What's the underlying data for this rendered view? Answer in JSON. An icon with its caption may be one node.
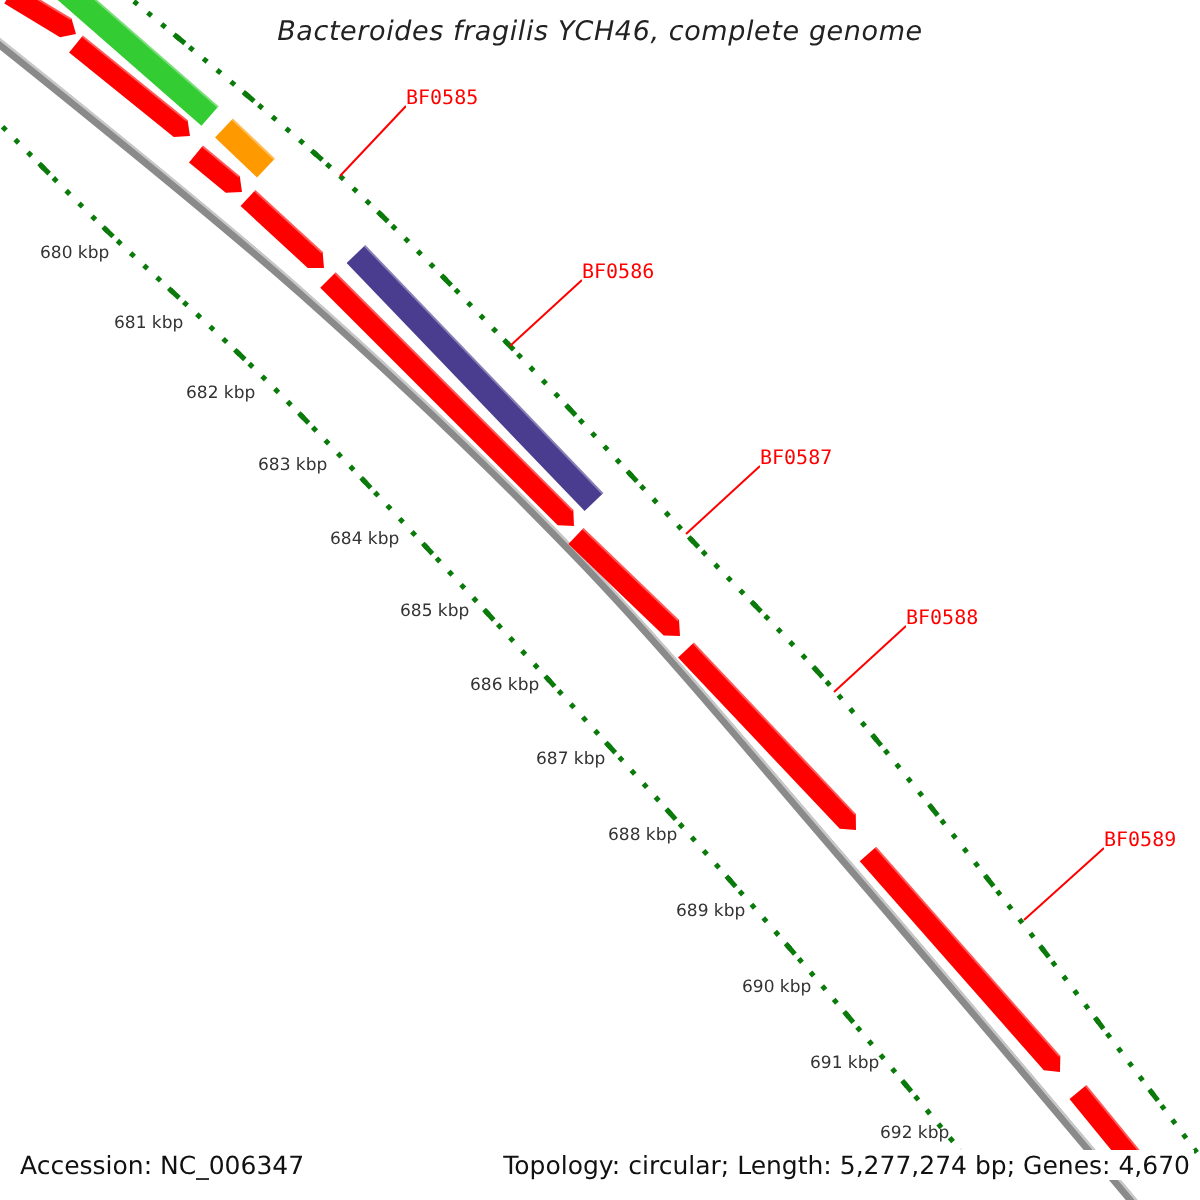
{
  "diagram": {
    "title": "Bacteroides fragilis YCH46, complete genome",
    "nodes": [
      {
        "text": [
          "BF0585"
        ]
      },
      {
        "text": [
          "BF0586"
        ]
      },
      {
        "text": [
          "BF0587"
        ]
      },
      {
        "text": [
          "BF0588"
        ]
      },
      {
        "text": [
          "BF0589"
        ]
      }
    ],
    "edges": [
      {
        "from": 0,
        "to": null,
        "arrow": "none"
      },
      {
        "from": 1,
        "to": null,
        "arrow": "none"
      },
      {
        "from": 2,
        "to": null,
        "arrow": "none"
      },
      {
        "from": 3,
        "to": null,
        "arrow": "none"
      },
      {
        "from": 4,
        "to": null,
        "arrow": "none"
      }
    ],
    "labels": [
      "680 kbp",
      "681 kbp",
      "682 kbp",
      "683 kbp",
      "684 kbp",
      "685 kbp",
      "686 kbp",
      "687 kbp",
      "688 kbp",
      "689 kbp",
      "690 kbp",
      "691 kbp",
      "692 kbp",
      "Accession: NC_006347",
      "Topology: circular; Length: 5,277,274 bp; Genes: 4,670"
    ]
  }
}
